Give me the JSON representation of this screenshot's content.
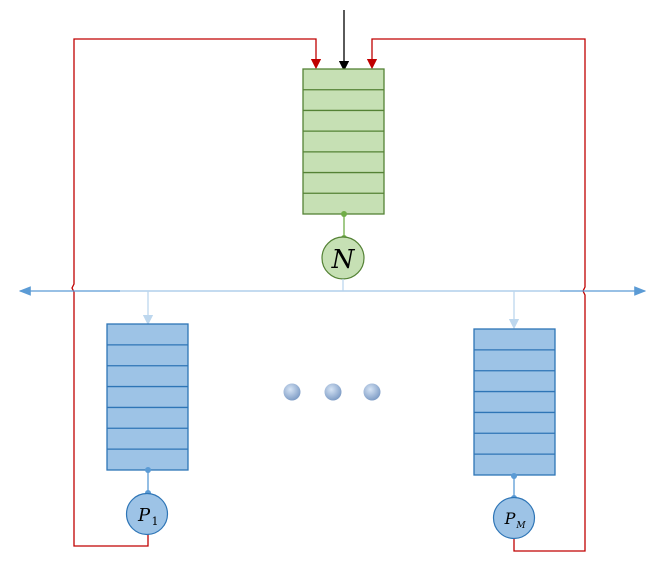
{
  "nodes": {
    "N": {
      "label": "N",
      "subscript": ""
    },
    "P1": {
      "label": "P",
      "subscript": "1"
    },
    "PM": {
      "label": "P",
      "subscript": "M"
    }
  },
  "queues": {
    "N": {
      "slots": 7
    },
    "P1": {
      "slots": 7
    },
    "PM": {
      "slots": 7
    }
  },
  "ellipsis": {
    "dots": 3
  },
  "colors": {
    "green_fill": "#c6e0b4",
    "green_stroke": "#548235",
    "green_dot": "#70ad47",
    "blue_fill": "#9dc3e6",
    "blue_stroke": "#2e75b6",
    "blue_bus": "#bdd7ee",
    "blue_arrow": "#2e75b6",
    "blue_dot": "#5b9bd5",
    "feedback_red": "#c00000",
    "input_black": "#000000",
    "ellipsis_dot": "#8faadc"
  }
}
